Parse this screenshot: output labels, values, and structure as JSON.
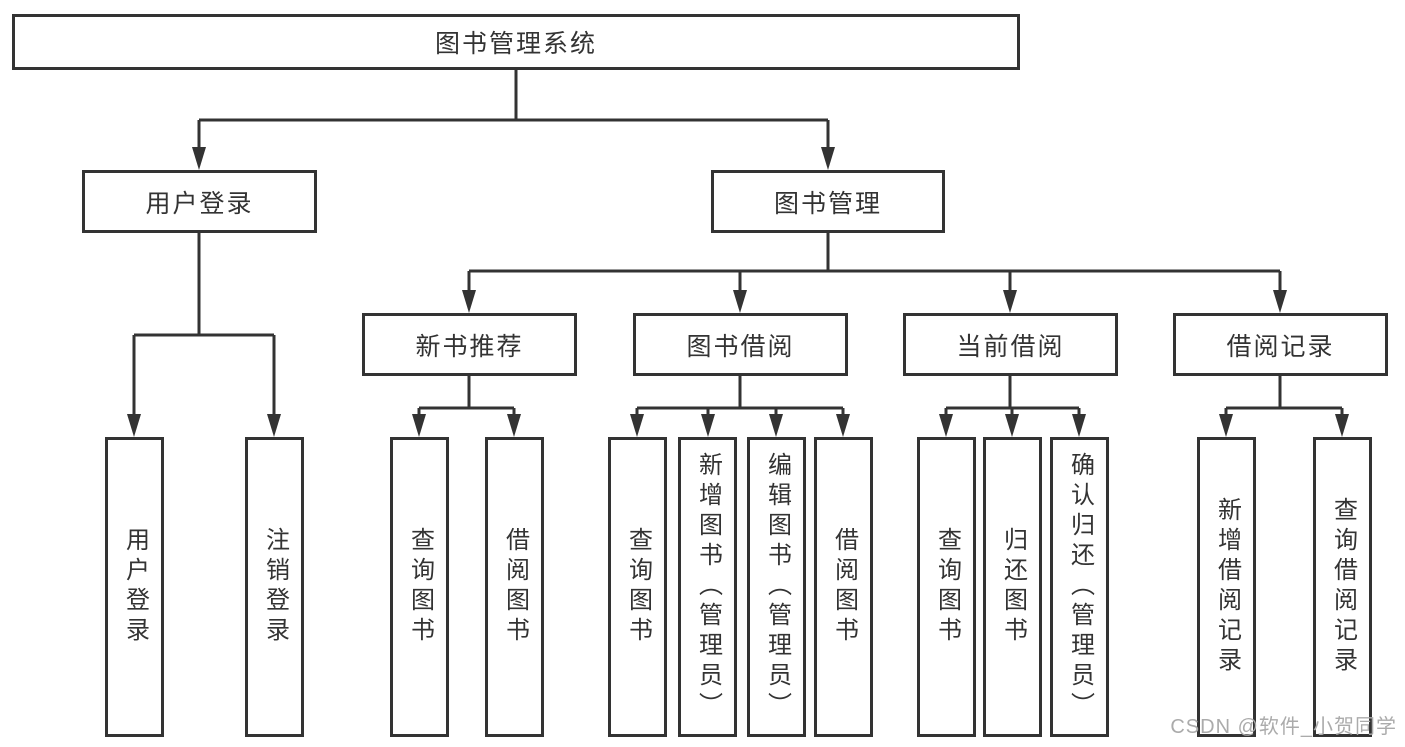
{
  "diagram": {
    "root": {
      "label": "图书管理系统"
    },
    "branches": [
      {
        "label": "用户登录",
        "children": [
          {
            "label": "用户登录"
          },
          {
            "label": "注销登录"
          }
        ]
      },
      {
        "label": "图书管理",
        "sections": [
          {
            "label": "新书推荐",
            "children": [
              {
                "label": "查询图书"
              },
              {
                "label": "借阅图书"
              }
            ]
          },
          {
            "label": "图书借阅",
            "children": [
              {
                "label": "查询图书"
              },
              {
                "label": "新增图书（管理员）"
              },
              {
                "label": "编辑图书（管理员）"
              },
              {
                "label": "借阅图书"
              }
            ]
          },
          {
            "label": "当前借阅",
            "children": [
              {
                "label": "查询图书"
              },
              {
                "label": "归还图书"
              },
              {
                "label": "确认归还（管理员）"
              }
            ]
          },
          {
            "label": "借阅记录",
            "children": [
              {
                "label": "新增借阅记录"
              },
              {
                "label": "查询借阅记录"
              }
            ]
          }
        ]
      }
    ]
  },
  "watermark": {
    "text": "CSDN @软件_小贺同学"
  },
  "colors": {
    "line": "#333333",
    "node_border": "#333333",
    "node_fill": "#ffffff",
    "text": "#333333",
    "watermark": "#ababab",
    "background": "#ffffff"
  }
}
